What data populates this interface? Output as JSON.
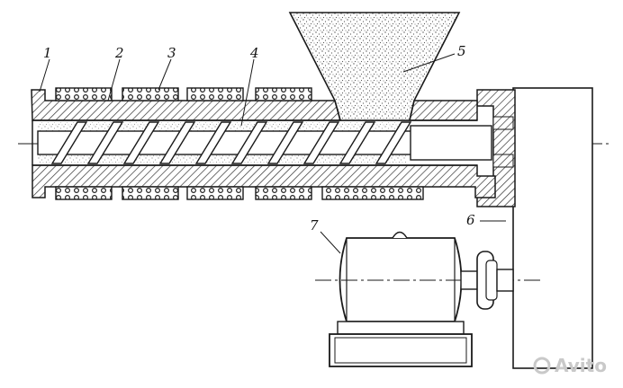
{
  "diagram": {
    "labels": {
      "barrel": "1",
      "barrel_wall": "2",
      "heaters": "3",
      "screw": "4",
      "hopper": "5",
      "gearbox": "6",
      "motor": "7"
    },
    "watermark": "Avito"
  },
  "colors": {
    "ink": "#1a1a1a",
    "hatch": "#333333",
    "powder": "#555555",
    "background": "#ffffff"
  }
}
